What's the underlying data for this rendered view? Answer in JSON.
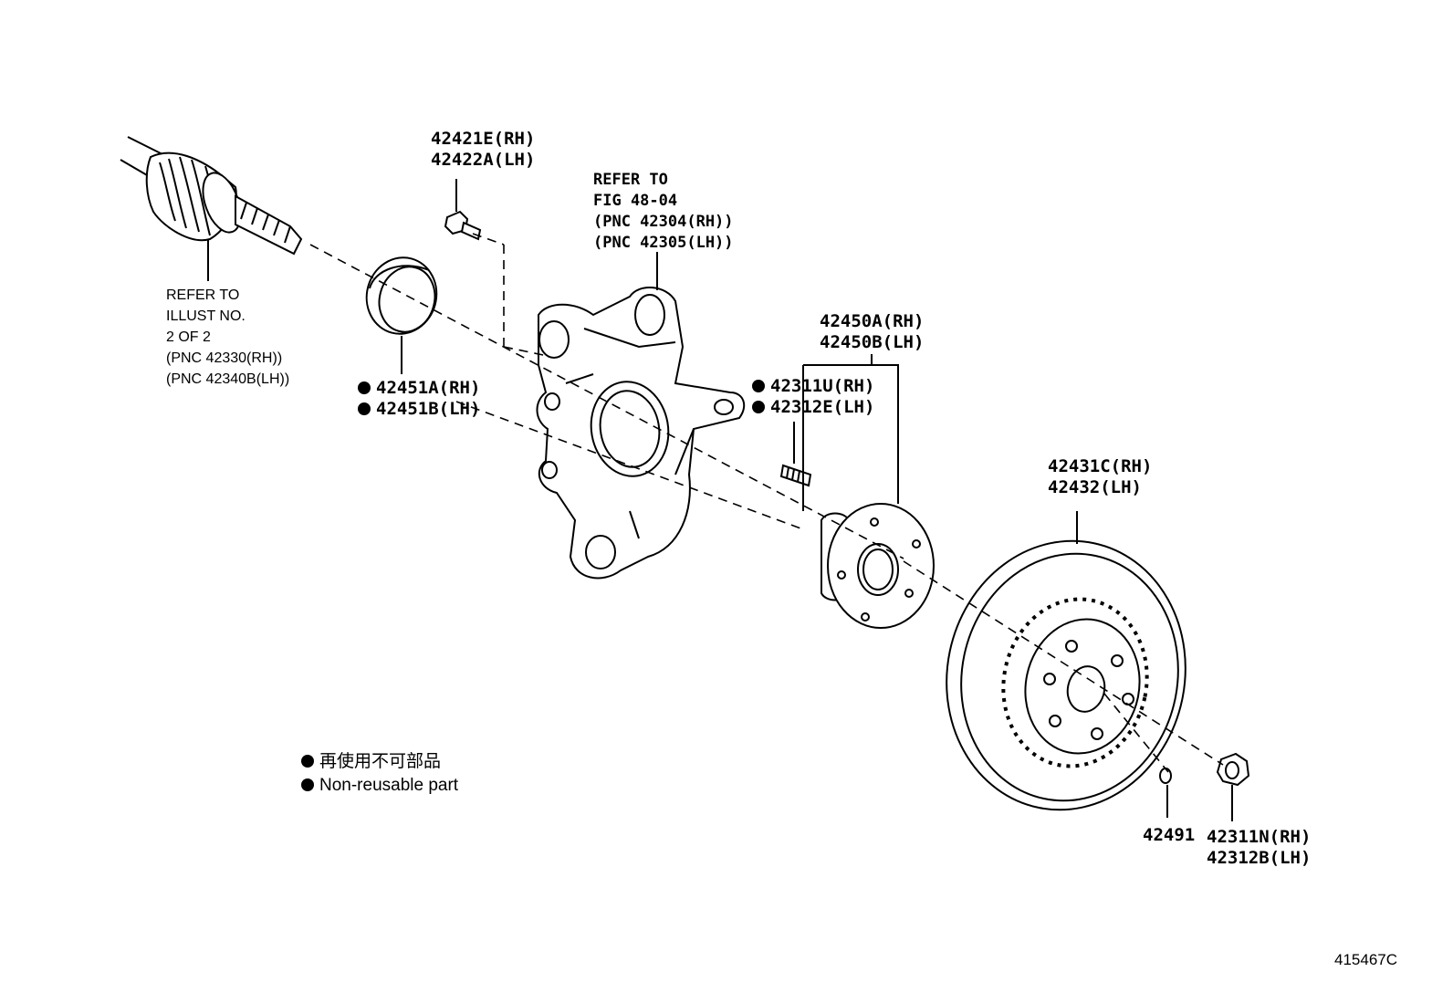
{
  "labels": {
    "drive_shaft_ref": [
      "REFER TO",
      "ILLUST NO.",
      "2 OF 2",
      "(PNC 42330(RH))",
      "(PNC 42340B(LH))"
    ],
    "bolt": [
      "42421E(RH)",
      "42422A(LH)"
    ],
    "knuckle_ref": [
      "REFER TO",
      "FIG 48-04",
      "(PNC 42304(RH))",
      "(PNC 42305(LH))"
    ],
    "dust_cover": [
      "42451A(RH)",
      "42451B(LH)"
    ],
    "hub_bolt": [
      "42311U(RH)",
      "42312E(LH)"
    ],
    "hub_bearing": [
      "42450A(RH)",
      "42450B(LH)"
    ],
    "disc": [
      "42431C(RH)",
      "42432(LH)"
    ],
    "plug": "42491",
    "nut": [
      "42311N(RH)",
      "42312B(LH)"
    ]
  },
  "legend": {
    "line1": "再使用不可部品",
    "line2": "Non-reusable part"
  },
  "illustration_id": "415467C",
  "colors": {
    "ink": "#000000",
    "paper": "#ffffff"
  }
}
